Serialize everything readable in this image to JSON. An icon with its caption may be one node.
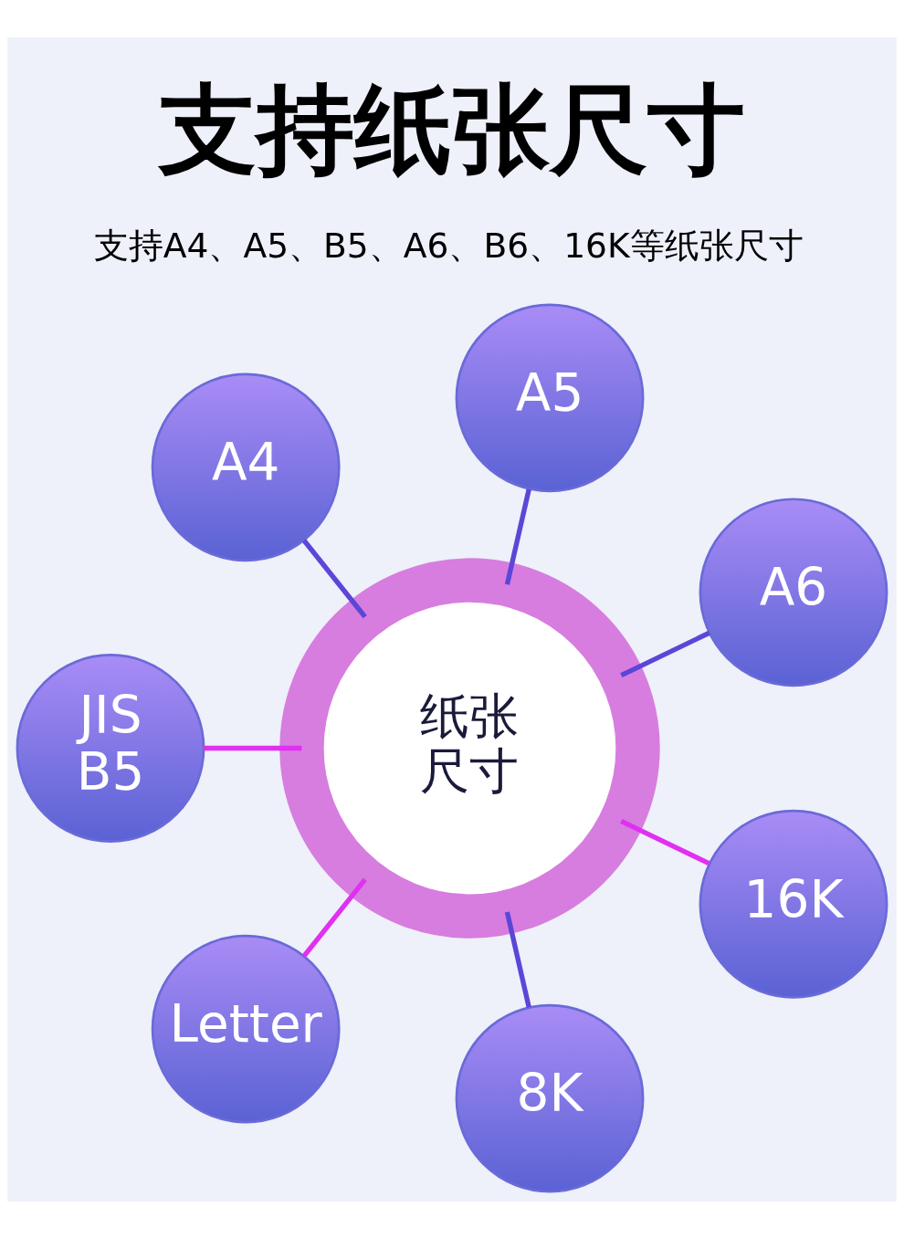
{
  "diagram": {
    "title": "支持纸张尺寸",
    "caption": "支持A4、A5、B5、A6、B6、16K等纸张尺寸",
    "nodes": [
      {
        "text": [
          "A4"
        ]
      },
      {
        "text": [
          "A5"
        ]
      },
      {
        "text": [
          "A6"
        ]
      },
      {
        "text": [
          "JIS B5"
        ]
      },
      {
        "text": [
          "纸张尺寸"
        ]
      },
      {
        "text": [
          "16K"
        ]
      },
      {
        "text": [
          "Letter"
        ]
      },
      {
        "text": [
          "8K"
        ]
      }
    ],
    "edges": [
      {
        "from": 4,
        "to": 0,
        "arrow": "none"
      },
      {
        "from": 4,
        "to": 1,
        "arrow": "none"
      },
      {
        "from": 4,
        "to": 2,
        "arrow": "none"
      },
      {
        "from": 4,
        "to": 3,
        "arrow": "none",
        "color": "#e030f0"
      },
      {
        "from": 4,
        "to": 5,
        "arrow": "none",
        "color": "#e030f0"
      },
      {
        "from": 4,
        "to": 6,
        "arrow": "none",
        "color": "#e030f0"
      },
      {
        "from": 4,
        "to": 7,
        "arrow": "none"
      }
    ]
  }
}
